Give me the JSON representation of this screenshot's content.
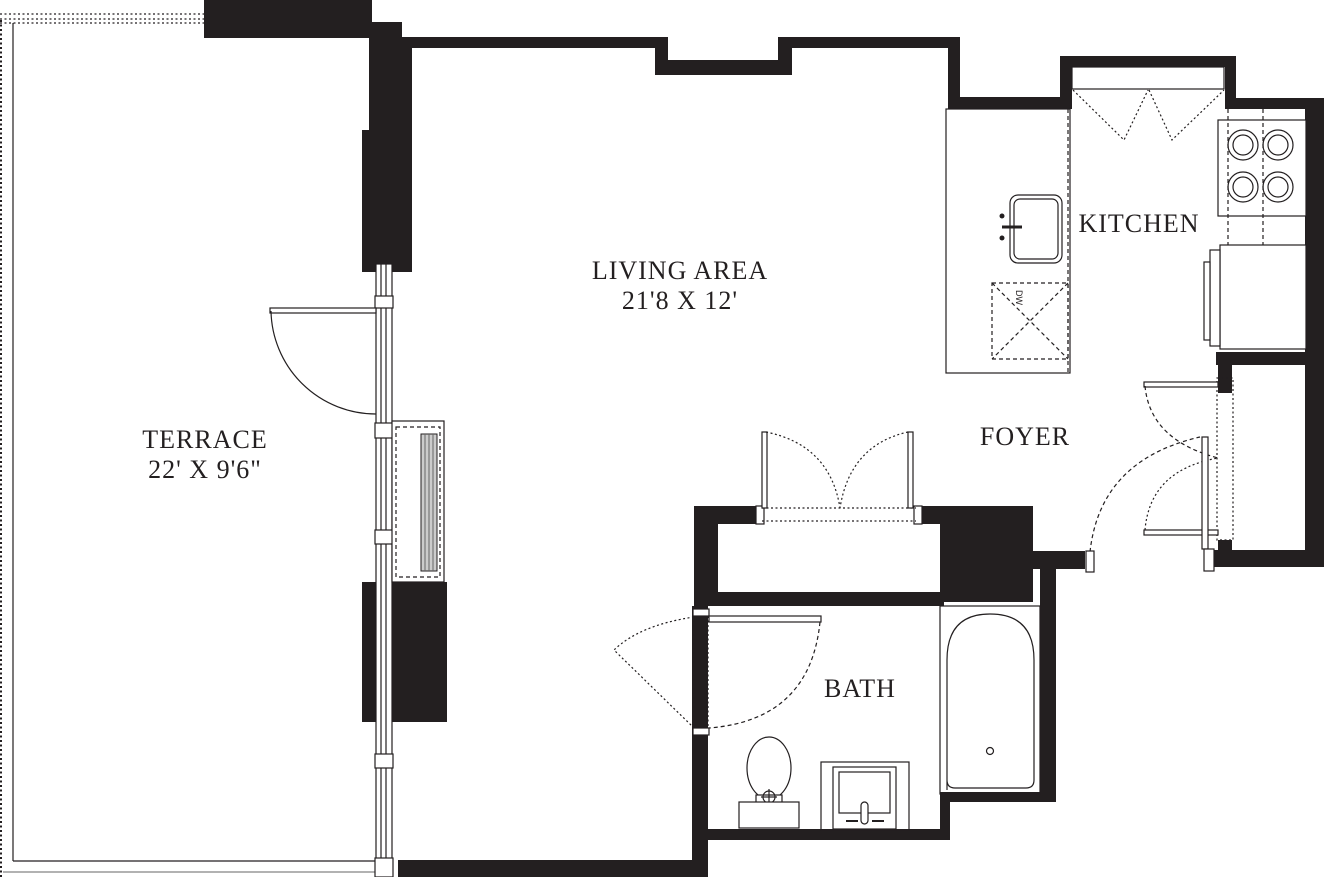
{
  "plan": {
    "rooms": [
      {
        "id": "terrace",
        "name": "TERRACE",
        "dimensions": "22' X 9'6\""
      },
      {
        "id": "living",
        "name": "LIVING AREA",
        "dimensions": "21'8 X 12'"
      },
      {
        "id": "kitchen",
        "name": "KITCHEN",
        "dimensions": ""
      },
      {
        "id": "foyer",
        "name": "FOYER",
        "dimensions": ""
      },
      {
        "id": "bath",
        "name": "BATH",
        "dimensions": ""
      }
    ],
    "fixtures": {
      "dishwasher_label": "DW"
    },
    "colors": {
      "wall": "#231f20",
      "background": "#ffffff"
    }
  }
}
